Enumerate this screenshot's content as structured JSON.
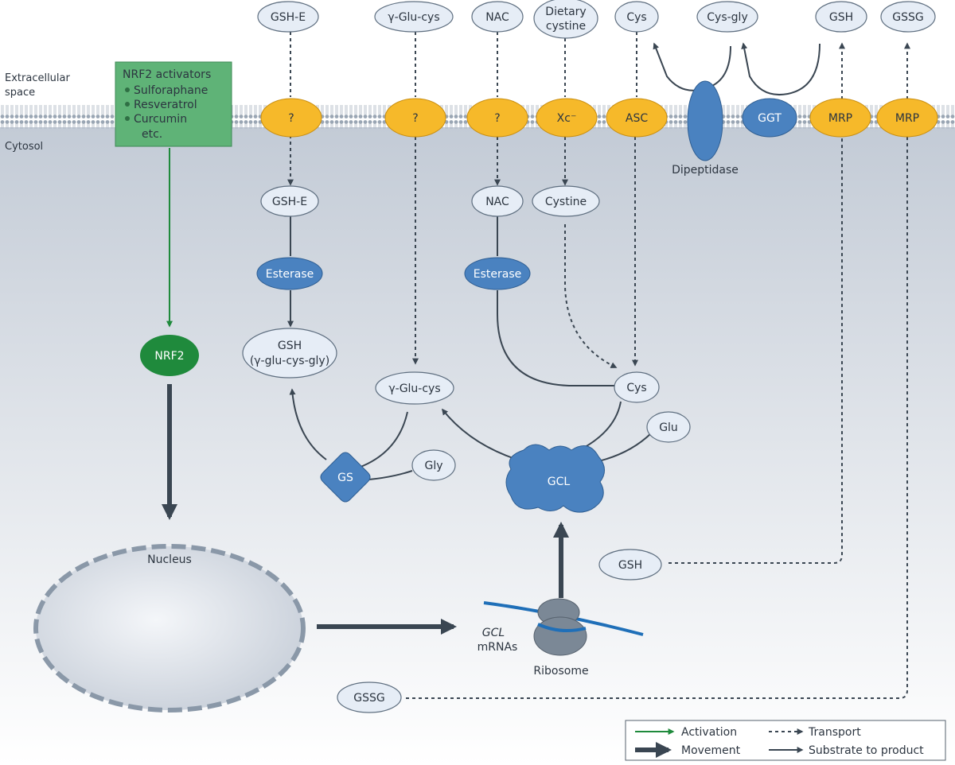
{
  "regions": {
    "extracellular": "Extracellular\nspace",
    "cytosol": "Cytosol"
  },
  "activators": {
    "title": "NRF2 activators",
    "items": [
      "Sulforaphane",
      "Resveratrol",
      "Curcumin"
    ],
    "more": "etc."
  },
  "extracellular_molecules": {
    "gsh_e": "GSH-E",
    "glu_cys": "γ-Glu-cys",
    "nac": "NAC",
    "dietary_cystine": "Dietary\ncystine",
    "cys": "Cys",
    "cys_gly": "Cys-gly",
    "gsh": "GSH",
    "gssg": "GSSG"
  },
  "transporters": {
    "t1": "?",
    "t2": "?",
    "t3": "?",
    "xc": "Xc⁻",
    "asc": "ASC",
    "ggt": "GGT",
    "mrp1": "MRP",
    "mrp2": "MRP",
    "dipeptidase": "Dipeptidase"
  },
  "cytosol_molecules": {
    "gsh_e": "GSH-E",
    "nac": "NAC",
    "cystine": "Cystine",
    "esterase1": "Esterase",
    "esterase2": "Esterase",
    "gsh_full": "GSH\n(γ-glu-cys-gly)",
    "glu_cys": "γ-Glu-cys",
    "cys": "Cys",
    "glu": "Glu",
    "gly": "Gly",
    "gs": "GS",
    "gcl": "GCL",
    "gsh": "GSH",
    "gssg": "GSSG",
    "nrf2": "NRF2",
    "nucleus": "Nucleus",
    "gcl_mrnas_1": "GCL",
    "gcl_mrnas_2": "mRNAs",
    "ribosome": "Ribosome"
  },
  "legend": {
    "activation": "Activation",
    "transport": "Transport",
    "movement": "Movement",
    "substrate": "Substrate to product"
  },
  "colors": {
    "transporter": "#f6b92a",
    "enzyme": "#4a82c0",
    "activation": "#1f8a3c",
    "arrow": "#3a4652",
    "activator_box": "#5fb377",
    "mrna": "#1f6fb8"
  }
}
